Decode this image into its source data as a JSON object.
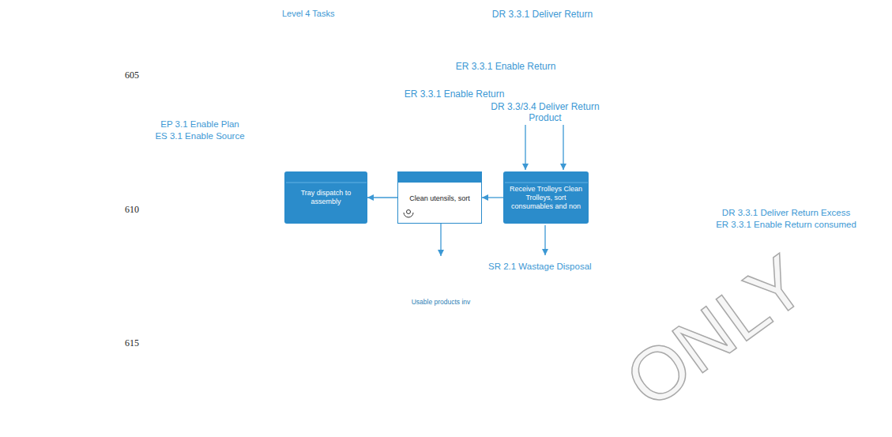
{
  "diagram": {
    "nodes": [
      {
        "text": [
          "DR 3.3.1 Deliver Return"
        ]
      },
      {
        "text": [
          "ER 3.3.1 Enable Return"
        ]
      },
      {
        "text": [
          "ER 3.3.1 Enable Return"
        ]
      },
      {
        "text": [
          "Tray dispatch to assembly"
        ],
        "in": 2
      },
      {
        "text": [
          "Clean utensils, sort"
        ],
        "in": 2
      },
      {
        "text": [
          "Receive Trolleys Clean Trolleys, sort consumables and non"
        ],
        "in": 2
      },
      {
        "text": [
          "Usable products inv"
        ],
        "in": 2
      }
    ],
    "edges": [
      {
        "from": 4,
        "to": 3,
        "arrow": "to"
      },
      {
        "from": 5,
        "to": 4,
        "arrow": "to"
      },
      {
        "from": 4,
        "to": 6,
        "arrow": "to"
      }
    ],
    "labels": [
      "605",
      "610",
      "615",
      "Level 4 Tasks",
      "EP 3.1 Enable Plan",
      "ES 3.1 Enable Source",
      "DR 3.3/3.4 Deliver Return Product",
      "SR 2.1 Wastage Disposal",
      "DR 3.3.1 Deliver Return Excess",
      "ER 3.3.1 Enable Return consumed",
      "ONLY"
    ]
  }
}
